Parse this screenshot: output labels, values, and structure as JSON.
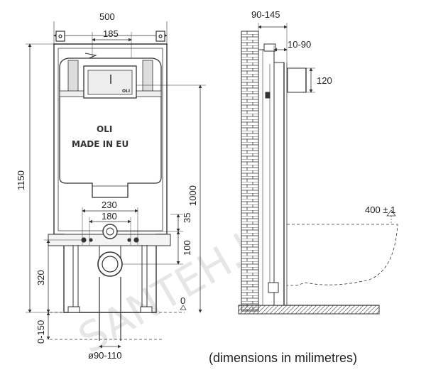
{
  "watermark": "SANTEH.by",
  "front_view": {
    "width_label": "500",
    "inner_width_label": "185",
    "height_label": "1150",
    "tank_height_label": "1000",
    "brand_small": "OLI",
    "brand_large": "OLI",
    "made_in": "MADE IN EU",
    "bolt_spacing_outer_label": "230",
    "bolt_spacing_inner_label": "180",
    "dim_35_label": "35",
    "dim_100_label": "100",
    "dim_320_label": "320",
    "zero_label": "0",
    "floor_range_label": "0-150",
    "pipe_diameter_label": "ø90-110"
  },
  "side_view": {
    "depth_range_label": "90-145",
    "depth_small_label": "10-90",
    "button_height_label": "120",
    "toilet_height_label": "400 ± 1"
  },
  "caption": "(dimensions in milimetres)"
}
